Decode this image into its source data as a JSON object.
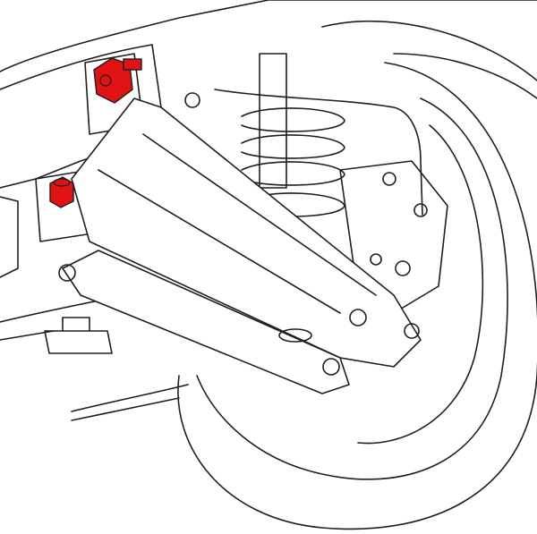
{
  "diagram": {
    "style": "line-drawing",
    "subject": "rear-suspension",
    "colors": {
      "background": "#ffffff",
      "line": "#1e1e1e",
      "highlight": "#e01212"
    },
    "highlighted_parts": [
      "upper-mount-bolt",
      "lower-mount-bolt"
    ]
  }
}
